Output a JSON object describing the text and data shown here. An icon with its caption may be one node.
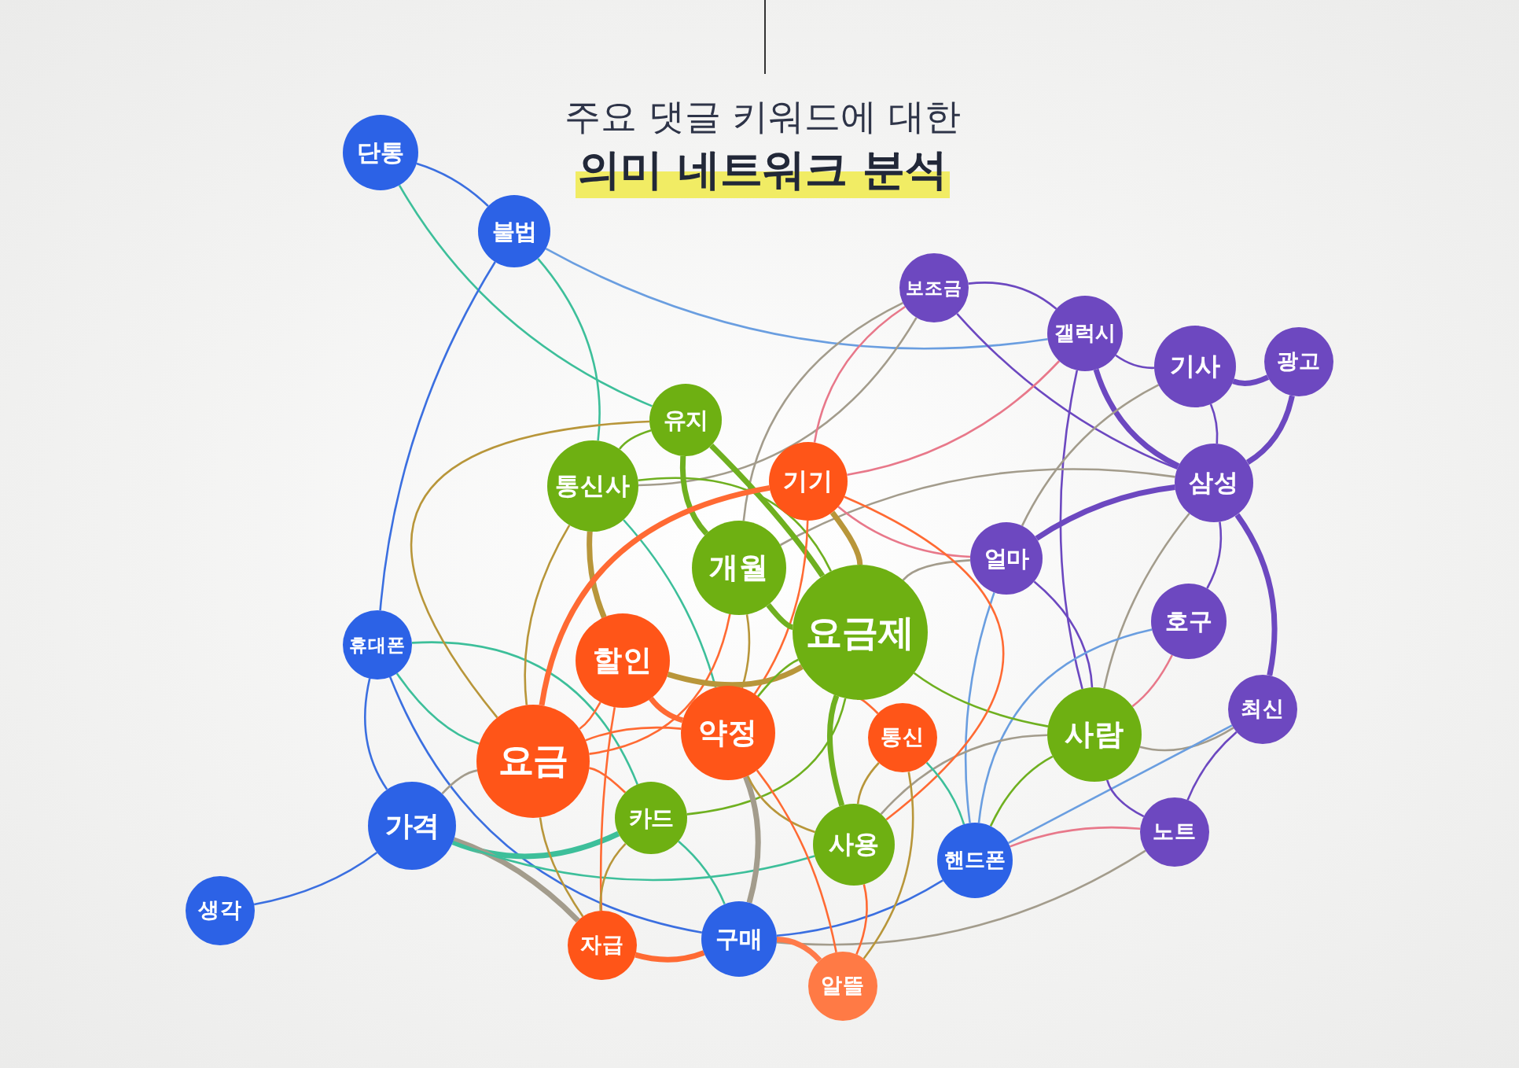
{
  "diagram": {
    "title": "주요 댓글 키워드에 대한 **의미 네트워크 분석**",
    "nodes": [
      {
        "text": [
          "단통"
        ]
      },
      {
        "text": [
          "불법"
        ]
      },
      {
        "text": [
          "보조금"
        ]
      },
      {
        "text": [
          "갤럭시"
        ]
      },
      {
        "text": [
          "기사"
        ]
      },
      {
        "text": [
          "광고"
        ]
      },
      {
        "text": [
          "유지"
        ]
      },
      {
        "text": [
          "통신사"
        ]
      },
      {
        "text": [
          "기기"
        ]
      },
      {
        "text": [
          "삼성"
        ]
      },
      {
        "text": [
          "개월"
        ]
      },
      {
        "text": [
          "얼마"
        ]
      },
      {
        "text": [
          "요금제"
        ]
      },
      {
        "text": [
          "휴대폰"
        ]
      },
      {
        "text": [
          "호구"
        ]
      },
      {
        "text": [
          "할인"
        ]
      },
      {
        "text": [
          "최신"
        ]
      },
      {
        "text": [
          "약정"
        ]
      },
      {
        "text": [
          "통신"
        ]
      },
      {
        "text": [
          "사람"
        ]
      },
      {
        "text": [
          "요금"
        ]
      },
      {
        "text": [
          "카드"
        ]
      },
      {
        "text": [
          "가격"
        ]
      },
      {
        "text": [
          "노트"
        ]
      },
      {
        "text": [
          "사용"
        ]
      },
      {
        "text": [
          "핸드폰"
        ]
      },
      {
        "text": [
          "생각"
        ]
      },
      {
        "text": [
          "자급"
        ]
      },
      {
        "text": [
          "구매"
        ]
      },
      {
        "text": [
          "알뜰"
        ]
      }
    ],
    "edges": [
      {
        "from": 0,
        "to": 1,
        "arrow": "none",
        "color": "#3b6fe0"
      },
      {
        "from": 0,
        "to": 6,
        "arrow": "none",
        "color": "#3dbf9a"
      },
      {
        "from": 1,
        "to": 7,
        "arrow": "none",
        "color": "#3dbf9a"
      },
      {
        "from": 1,
        "to": 13,
        "arrow": "none",
        "color": "#3b6fe0"
      },
      {
        "from": 1,
        "to": 3,
        "arrow": "none",
        "color": "#6a9ee0"
      },
      {
        "from": 13,
        "to": 22,
        "arrow": "none",
        "color": "#3b6fe0"
      },
      {
        "from": 22,
        "to": 26,
        "arrow": "none",
        "color": "#3b6fe0"
      },
      {
        "from": 13,
        "to": 20,
        "arrow": "none",
        "color": "#3dbf9a"
      },
      {
        "from": 13,
        "to": 21,
        "arrow": "none",
        "color": "#3dbf9a"
      },
      {
        "from": 13,
        "to": 28,
        "arrow": "none",
        "color": "#3b6fe0"
      },
      {
        "from": 22,
        "to": 20,
        "arrow": "none"
      },
      {
        "from": 22,
        "to": 21,
        "arrow": "none",
        "style": "thick",
        "color": "#3dbf9a"
      },
      {
        "from": 22,
        "to": 27,
        "arrow": "none",
        "style": "thick"
      },
      {
        "from": 22,
        "to": 24,
        "arrow": "none",
        "color": "#3dbf9a"
      },
      {
        "from": 2,
        "to": 3,
        "arrow": "none",
        "color": "#6c48c0"
      },
      {
        "from": 2,
        "to": 9,
        "arrow": "none",
        "color": "#6c48c0"
      },
      {
        "from": 2,
        "to": 7,
        "arrow": "none"
      },
      {
        "from": 2,
        "to": 8,
        "arrow": "none",
        "color": "#e8788a"
      },
      {
        "from": 2,
        "to": 10,
        "arrow": "none"
      },
      {
        "from": 3,
        "to": 4,
        "arrow": "none",
        "color": "#6c48c0"
      },
      {
        "from": 3,
        "to": 9,
        "arrow": "none",
        "style": "thick",
        "color": "#6c48c0"
      },
      {
        "from": 3,
        "to": 19,
        "arrow": "none",
        "color": "#6c48c0"
      },
      {
        "from": 3,
        "to": 8,
        "arrow": "none",
        "color": "#e8788a"
      },
      {
        "from": 4,
        "to": 5,
        "arrow": "none",
        "style": "thick",
        "color": "#6c48c0"
      },
      {
        "from": 4,
        "to": 9,
        "arrow": "none",
        "color": "#6c48c0"
      },
      {
        "from": 4,
        "to": 11,
        "arrow": "none"
      },
      {
        "from": 5,
        "to": 9,
        "arrow": "none",
        "style": "thick",
        "color": "#6c48c0"
      },
      {
        "from": 9,
        "to": 11,
        "arrow": "none",
        "style": "thick",
        "color": "#6c48c0"
      },
      {
        "from": 9,
        "to": 14,
        "arrow": "none",
        "color": "#6c48c0"
      },
      {
        "from": 9,
        "to": 16,
        "arrow": "none",
        "style": "thick",
        "color": "#6c48c0"
      },
      {
        "from": 9,
        "to": 19,
        "arrow": "none"
      },
      {
        "from": 9,
        "to": 10,
        "arrow": "none"
      },
      {
        "from": 11,
        "to": 19,
        "arrow": "none",
        "color": "#6c48c0"
      },
      {
        "from": 11,
        "to": 25,
        "arrow": "none",
        "color": "#6a9ee0"
      },
      {
        "from": 11,
        "to": 8,
        "arrow": "none",
        "color": "#e8788a"
      },
      {
        "from": 11,
        "to": 12,
        "arrow": "none"
      },
      {
        "from": 14,
        "to": 19,
        "arrow": "none",
        "color": "#e8788a"
      },
      {
        "from": 14,
        "to": 25,
        "arrow": "none",
        "color": "#6a9ee0"
      },
      {
        "from": 16,
        "to": 19,
        "arrow": "none"
      },
      {
        "from": 16,
        "to": 23,
        "arrow": "none",
        "color": "#6c48c0"
      },
      {
        "from": 16,
        "to": 25,
        "arrow": "none",
        "color": "#6a9ee0"
      },
      {
        "from": 19,
        "to": 23,
        "arrow": "none",
        "color": "#6c48c0"
      },
      {
        "from": 19,
        "to": 12,
        "arrow": "none",
        "color": "#6fb020"
      },
      {
        "from": 19,
        "to": 25,
        "arrow": "none",
        "color": "#6fb020"
      },
      {
        "from": 19,
        "to": 24,
        "arrow": "none"
      },
      {
        "from": 23,
        "to": 25,
        "arrow": "none",
        "color": "#e8788a"
      },
      {
        "from": 23,
        "to": 28,
        "arrow": "none"
      },
      {
        "from": 6,
        "to": 10,
        "arrow": "none",
        "style": "thick",
        "color": "#6fb020"
      },
      {
        "from": 6,
        "to": 12,
        "arrow": "none",
        "style": "thick",
        "color": "#6fb020"
      },
      {
        "from": 6,
        "to": 7,
        "arrow": "none",
        "color": "#6fb020"
      },
      {
        "from": 6,
        "to": 20,
        "arrow": "none",
        "color": "#b8963a"
      },
      {
        "from": 7,
        "to": 15,
        "arrow": "none",
        "style": "thick",
        "color": "#b8963a"
      },
      {
        "from": 7,
        "to": 20,
        "arrow": "none",
        "color": "#b8963a"
      },
      {
        "from": 7,
        "to": 12,
        "arrow": "none",
        "color": "#6fb020"
      },
      {
        "from": 7,
        "to": 17,
        "arrow": "none",
        "color": "#3dbf9a"
      },
      {
        "from": 8,
        "to": 20,
        "arrow": "none",
        "style": "thick",
        "color": "#ff6a33"
      },
      {
        "from": 8,
        "to": 17,
        "arrow": "none",
        "color": "#ff6a33"
      },
      {
        "from": 8,
        "to": 24,
        "arrow": "none",
        "color": "#ff6a33"
      },
      {
        "from": 8,
        "to": 12,
        "arrow": "none",
        "style": "thick",
        "color": "#b8963a"
      },
      {
        "from": 10,
        "to": 12,
        "arrow": "none",
        "style": "thick",
        "color": "#6fb020"
      },
      {
        "from": 10,
        "to": 17,
        "arrow": "none",
        "color": "#b8963a"
      },
      {
        "from": 10,
        "to": 20,
        "arrow": "none",
        "color": "#ff6a33"
      },
      {
        "from": 12,
        "to": 15,
        "arrow": "none",
        "style": "thick",
        "color": "#b8963a"
      },
      {
        "from": 12,
        "to": 17,
        "arrow": "none",
        "color": "#6fb020"
      },
      {
        "from": 12,
        "to": 24,
        "arrow": "none",
        "style": "thick",
        "color": "#6fb020"
      },
      {
        "from": 12,
        "to": 21,
        "arrow": "none",
        "color": "#6fb020"
      },
      {
        "from": 15,
        "to": 20,
        "arrow": "none",
        "color": "#ff6a33"
      },
      {
        "from": 15,
        "to": 17,
        "arrow": "none",
        "style": "thick",
        "color": "#ff6a33"
      },
      {
        "from": 15,
        "to": 27,
        "arrow": "none",
        "color": "#ff6a33"
      },
      {
        "from": 17,
        "to": 20,
        "arrow": "none",
        "color": "#ff6a33"
      },
      {
        "from": 17,
        "to": 28,
        "arrow": "none",
        "style": "thick"
      },
      {
        "from": 17,
        "to": 24,
        "arrow": "none",
        "color": "#b8963a"
      },
      {
        "from": 18,
        "to": 25,
        "arrow": "none",
        "color": "#3dbf9a"
      },
      {
        "from": 18,
        "to": 24,
        "arrow": "none",
        "color": "#b8963a"
      },
      {
        "from": 18,
        "to": 12,
        "arrow": "none",
        "color": "#ff6a33"
      },
      {
        "from": 20,
        "to": 27,
        "arrow": "none",
        "color": "#b8963a"
      },
      {
        "from": 20,
        "to": 21,
        "arrow": "none",
        "color": "#ff6a33"
      },
      {
        "from": 21,
        "to": 27,
        "arrow": "none",
        "color": "#b8963a"
      },
      {
        "from": 21,
        "to": 28,
        "arrow": "none",
        "color": "#3dbf9a"
      },
      {
        "from": 27,
        "to": 28,
        "arrow": "none",
        "style": "thick",
        "color": "#ff6a33"
      },
      {
        "from": 28,
        "to": 29,
        "arrow": "none",
        "style": "thick",
        "color": "#ff7a4a"
      },
      {
        "from": 28,
        "to": 25,
        "arrow": "none",
        "color": "#3b6fe0"
      },
      {
        "from": 24,
        "to": 29,
        "arrow": "none",
        "color": "#ff6a33"
      },
      {
        "from": 18,
        "to": 29,
        "arrow": "none",
        "color": "#b8963a"
      },
      {
        "from": 17,
        "to": 29,
        "arrow": "none",
        "color": "#ff6a33"
      }
    ]
  }
}
